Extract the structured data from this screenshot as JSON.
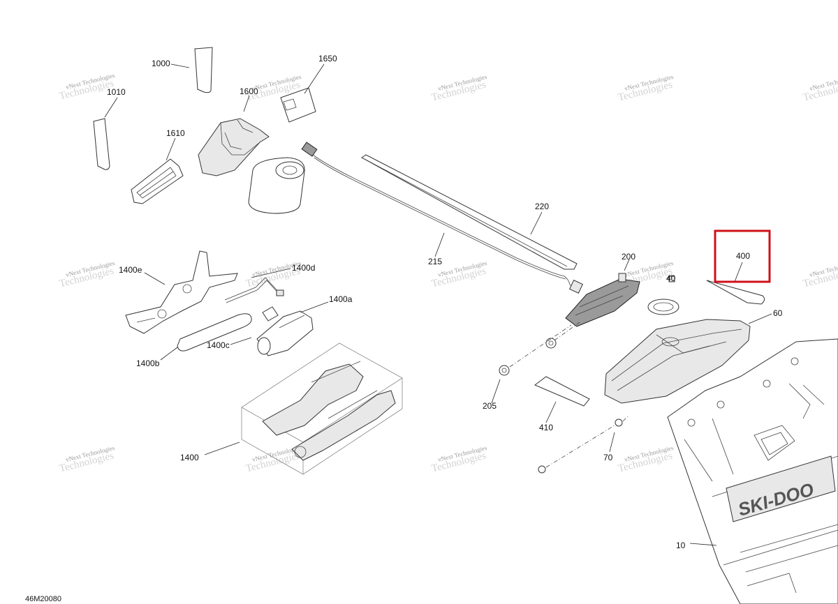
{
  "diagram": {
    "code": "46M20080",
    "watermark": {
      "line1": "vNext Technologies",
      "line2": "Technologies"
    },
    "highlight_color": "#d0101a",
    "highlighted_label": "400",
    "labels": {
      "l1000": "1000",
      "l1010": "1010",
      "l1600": "1600",
      "l1650": "1650",
      "l1610": "1610",
      "l220": "220",
      "l215": "215",
      "l200": "200",
      "l400": "400",
      "l60": "60",
      "l1400e": "1400e",
      "l1400d": "1400d",
      "l1400a": "1400a",
      "l1400c": "1400c",
      "l1400b": "1400b",
      "l1400": "1400",
      "l205": "205",
      "l410": "410",
      "l70": "70",
      "l10": "10",
      "l40": "40"
    }
  }
}
